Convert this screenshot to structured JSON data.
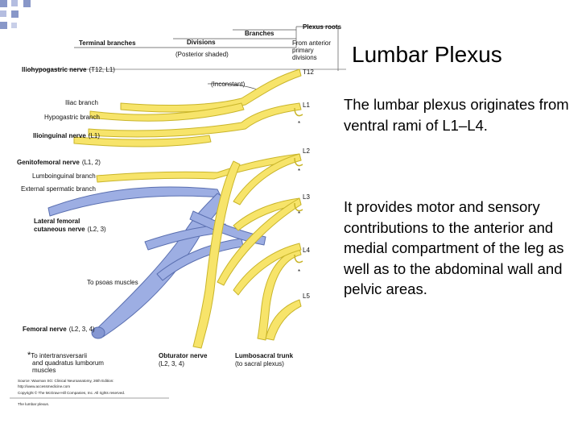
{
  "slide": {
    "title": "Lumbar Plexus",
    "paragraph_1": "The lumbar plexus originates from ventral rami of L1–L4.",
    "paragraph_2": "It provides motor and sensory contributions to the anterior and medial compartment of the leg as well as to the abdominal wall and pelvic areas."
  },
  "diagram": {
    "headers": {
      "plexus_roots": "Plexus roots",
      "branches": "Branches",
      "divisions": "Divisions",
      "divisions_note": "(Posterior shaded)",
      "terminal_branches": "Terminal branches",
      "from_anterior_1": "From anterior",
      "from_anterior_2": "primary",
      "from_anterior_3": "divisions"
    },
    "roots": [
      "T12",
      "L1",
      "L2",
      "L3",
      "L4",
      "L5"
    ],
    "inconstant": "(Inconstant)",
    "nerves": {
      "iliohypogastric": "Iliohypogastric nerve",
      "iliohypogastric_levels": "(T12, L1)",
      "iliac_branch": "Iliac branch",
      "hypogastric_branch": "Hypogastric branch",
      "ilioinguinal": "Ilioinguinal nerve",
      "ilioinguinal_levels": "(L1)",
      "genitofemoral": "Genitofemoral nerve",
      "genitofemoral_levels": "(L1, 2)",
      "lumboinguinal_branch": "Lumboinguinal branch",
      "external_spermatic_branch": "External spermatic branch",
      "lateral_femoral_1": "Lateral femoral",
      "lateral_femoral_2": "cutaneous nerve",
      "lateral_femoral_levels": "(L2, 3)",
      "psoas": "To psoas muscles",
      "femoral": "Femoral nerve",
      "femoral_levels": "(L2, 3, 4)",
      "obturator": "Obturator nerve",
      "obturator_levels": "(L2, 3, 4)",
      "lumbosacral_trunk": "Lumbosacral trunk",
      "lumbosacral_note": "(to sacral plexus)",
      "intertransversarii_1": "To intertransversarii",
      "intertransversarii_2": "and quadratus lumborum",
      "intertransversarii_3": "muscles",
      "asterisk": "*"
    },
    "source": {
      "line1": "Source: Waxman SG: Clinical Neuroanatomy, 26th Edition:",
      "line2": "http://www.accessmedicine.com",
      "line3": "Copyright © The McGraw-Hill Companies, Inc. All rights reserved.",
      "caption": "The lumbar plexus."
    },
    "colors": {
      "anterior_division": "#f7e46a",
      "posterior_division": "#9daee3",
      "outline": "#c9b52a",
      "deco_square": "#8897c8"
    }
  }
}
